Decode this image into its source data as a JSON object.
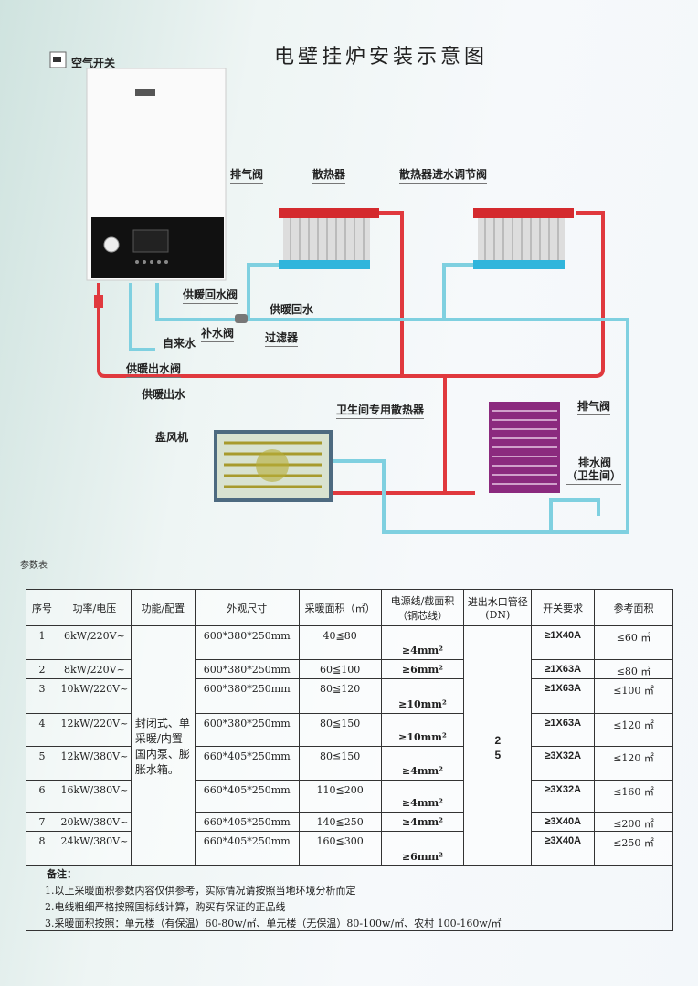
{
  "title": "电壁挂炉安装示意图",
  "labels": {
    "air_switch": "空气开关",
    "vent_valve": "排气阀",
    "radiator": "散热器",
    "radiator_inlet_valve": "散热器进水调节阀",
    "return_valve": "供暖回水阀",
    "return_water": "供暖回水",
    "makeup_valve": "补水阀",
    "filter": "过滤器",
    "tap_water": "自来水",
    "supply_valve": "供暖出水阀",
    "supply_water": "供暖出水",
    "bathroom_radiator": "卫生间专用散热器",
    "vent_valve_2": "排气阀",
    "drain_valve": "排水阀",
    "drain_valve_note": "（卫生间）",
    "fan_coil": "盘风机"
  },
  "colors": {
    "supply": "#e0393e",
    "return": "#7fd0e0",
    "bathroom": "#8b2a7e"
  },
  "params_label": "参数表",
  "table": {
    "headers": [
      "序号",
      "功率/电压",
      "功能/配置",
      "外观尺寸",
      "采暖面积（㎡）",
      "电源线/截面积（铜芯线）",
      "进出水口管径(DN)",
      "开关要求",
      "参考面积"
    ],
    "function": "封闭式、单采暖/内置国内泵、膨胀水箱。",
    "dn_a": "2",
    "dn_b": "5",
    "rows": [
      {
        "no": "1",
        "power": "6kW/220V~",
        "size": "600*380*250mm",
        "area": "40≦80",
        "wire": "≥4mm²",
        "switch": "≥1X40A",
        "ref": "≤60 ㎡"
      },
      {
        "no": "2",
        "power": "8kW/220V~",
        "size": "600*380*250mm",
        "area": "60≦100",
        "wire": "≥6mm²",
        "switch": "≥1X63A",
        "ref": "≤80 ㎡"
      },
      {
        "no": "3",
        "power": "10kW/220V~",
        "size": "600*380*250mm",
        "area": "80≦120",
        "wire": "≥10mm²",
        "switch": "≥1X63A",
        "ref": "≤100 ㎡"
      },
      {
        "no": "4",
        "power": "12kW/220V~",
        "size": "600*380*250mm",
        "area": "80≦150",
        "wire": "≥10mm²",
        "switch": "≥1X63A",
        "ref": "≤120 ㎡"
      },
      {
        "no": "5",
        "power": "12kW/380V~",
        "size": "660*405*250mm",
        "area": "80≦150",
        "wire": "≥4mm²",
        "switch": "≥3X32A",
        "ref": "≤120 ㎡"
      },
      {
        "no": "6",
        "power": "16kW/380V~",
        "size": "660*405*250mm",
        "area": "110≦200",
        "wire": "≥4mm²",
        "switch": "≥3X32A",
        "ref": "≤160 ㎡"
      },
      {
        "no": "7",
        "power": "20kW/380V~",
        "size": "660*405*250mm",
        "area": "140≦250",
        "wire": "≥4mm²",
        "switch": "≥3X40A",
        "ref": "≤200 ㎡"
      },
      {
        "no": "8",
        "power": "24kW/380V~",
        "size": "660*405*250mm",
        "area": "160≦300",
        "wire": "≥6mm²",
        "switch": "≥3X40A",
        "ref": "≤250 ㎡"
      }
    ]
  },
  "notes": {
    "heading": "备注：",
    "items": [
      "1.以上采暖面积参数内容仅供参考，实际情况请按照当地环境分析而定",
      "2.电线粗细严格按照国标线计算，购买有保证的正品线",
      "3.采暖面积按照：单元楼（有保温）60-80w/㎡、单元楼（无保温）80-100w/㎡、农村 100-160w/㎡"
    ]
  }
}
